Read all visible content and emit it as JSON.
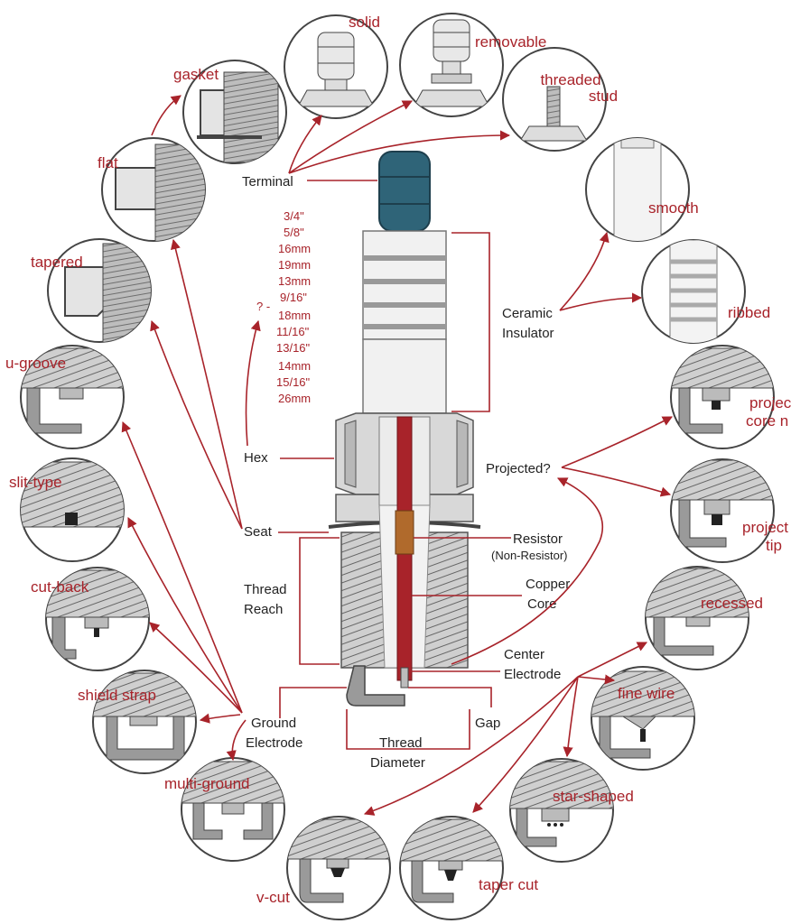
{
  "colors": {
    "accent_red": "#a8232a",
    "terminal_teal": "#2f6478",
    "metal": "#d8d8d8",
    "ceramic": "#f1f1f1",
    "copper": "#b06a2c"
  },
  "terminal": {
    "label": "Terminal",
    "types": [
      "solid",
      "removable",
      "threaded stud"
    ]
  },
  "insulator": {
    "label_line1": "Ceramic",
    "label_line2": "Insulator",
    "types": [
      "smooth",
      "ribbed"
    ]
  },
  "seat": {
    "label": "Seat",
    "types": [
      "gasket",
      "flat",
      "tapered"
    ]
  },
  "hex": {
    "label": "Hex",
    "question": "? -",
    "sizes": [
      "3/4\"",
      "5/8\"",
      "16mm",
      "19mm",
      "13mm",
      "9/16\"",
      "18mm",
      "11/16\"",
      "13/16\"",
      "14mm",
      "15/16\"",
      "26mm"
    ]
  },
  "ground_electrode": {
    "label_line1": "Ground",
    "label_line2": "Electrode",
    "types": [
      "u-groove",
      "slit-type",
      "cut-back",
      "shield strap",
      "multi-ground",
      "v-cut"
    ]
  },
  "projected": {
    "label": "Projected?",
    "types": [
      "projected core nose",
      "projected tip"
    ]
  },
  "center_electrode": {
    "label_line1": "Center",
    "label_line2": "Electrode",
    "types": [
      "recessed",
      "fine wire",
      "star-shaped",
      "taper cut"
    ]
  },
  "thread_reach": {
    "label_line1": "Thread",
    "label_line2": "Reach"
  },
  "thread_diameter": {
    "label_line1": "Thread",
    "label_line2": "Diameter"
  },
  "gap": {
    "label": "Gap"
  },
  "resistor": {
    "label": "Resistor",
    "sublabel": "(Non-Resistor)"
  },
  "copper_core": {
    "label_line1": "Copper",
    "label_line2": "Core"
  }
}
